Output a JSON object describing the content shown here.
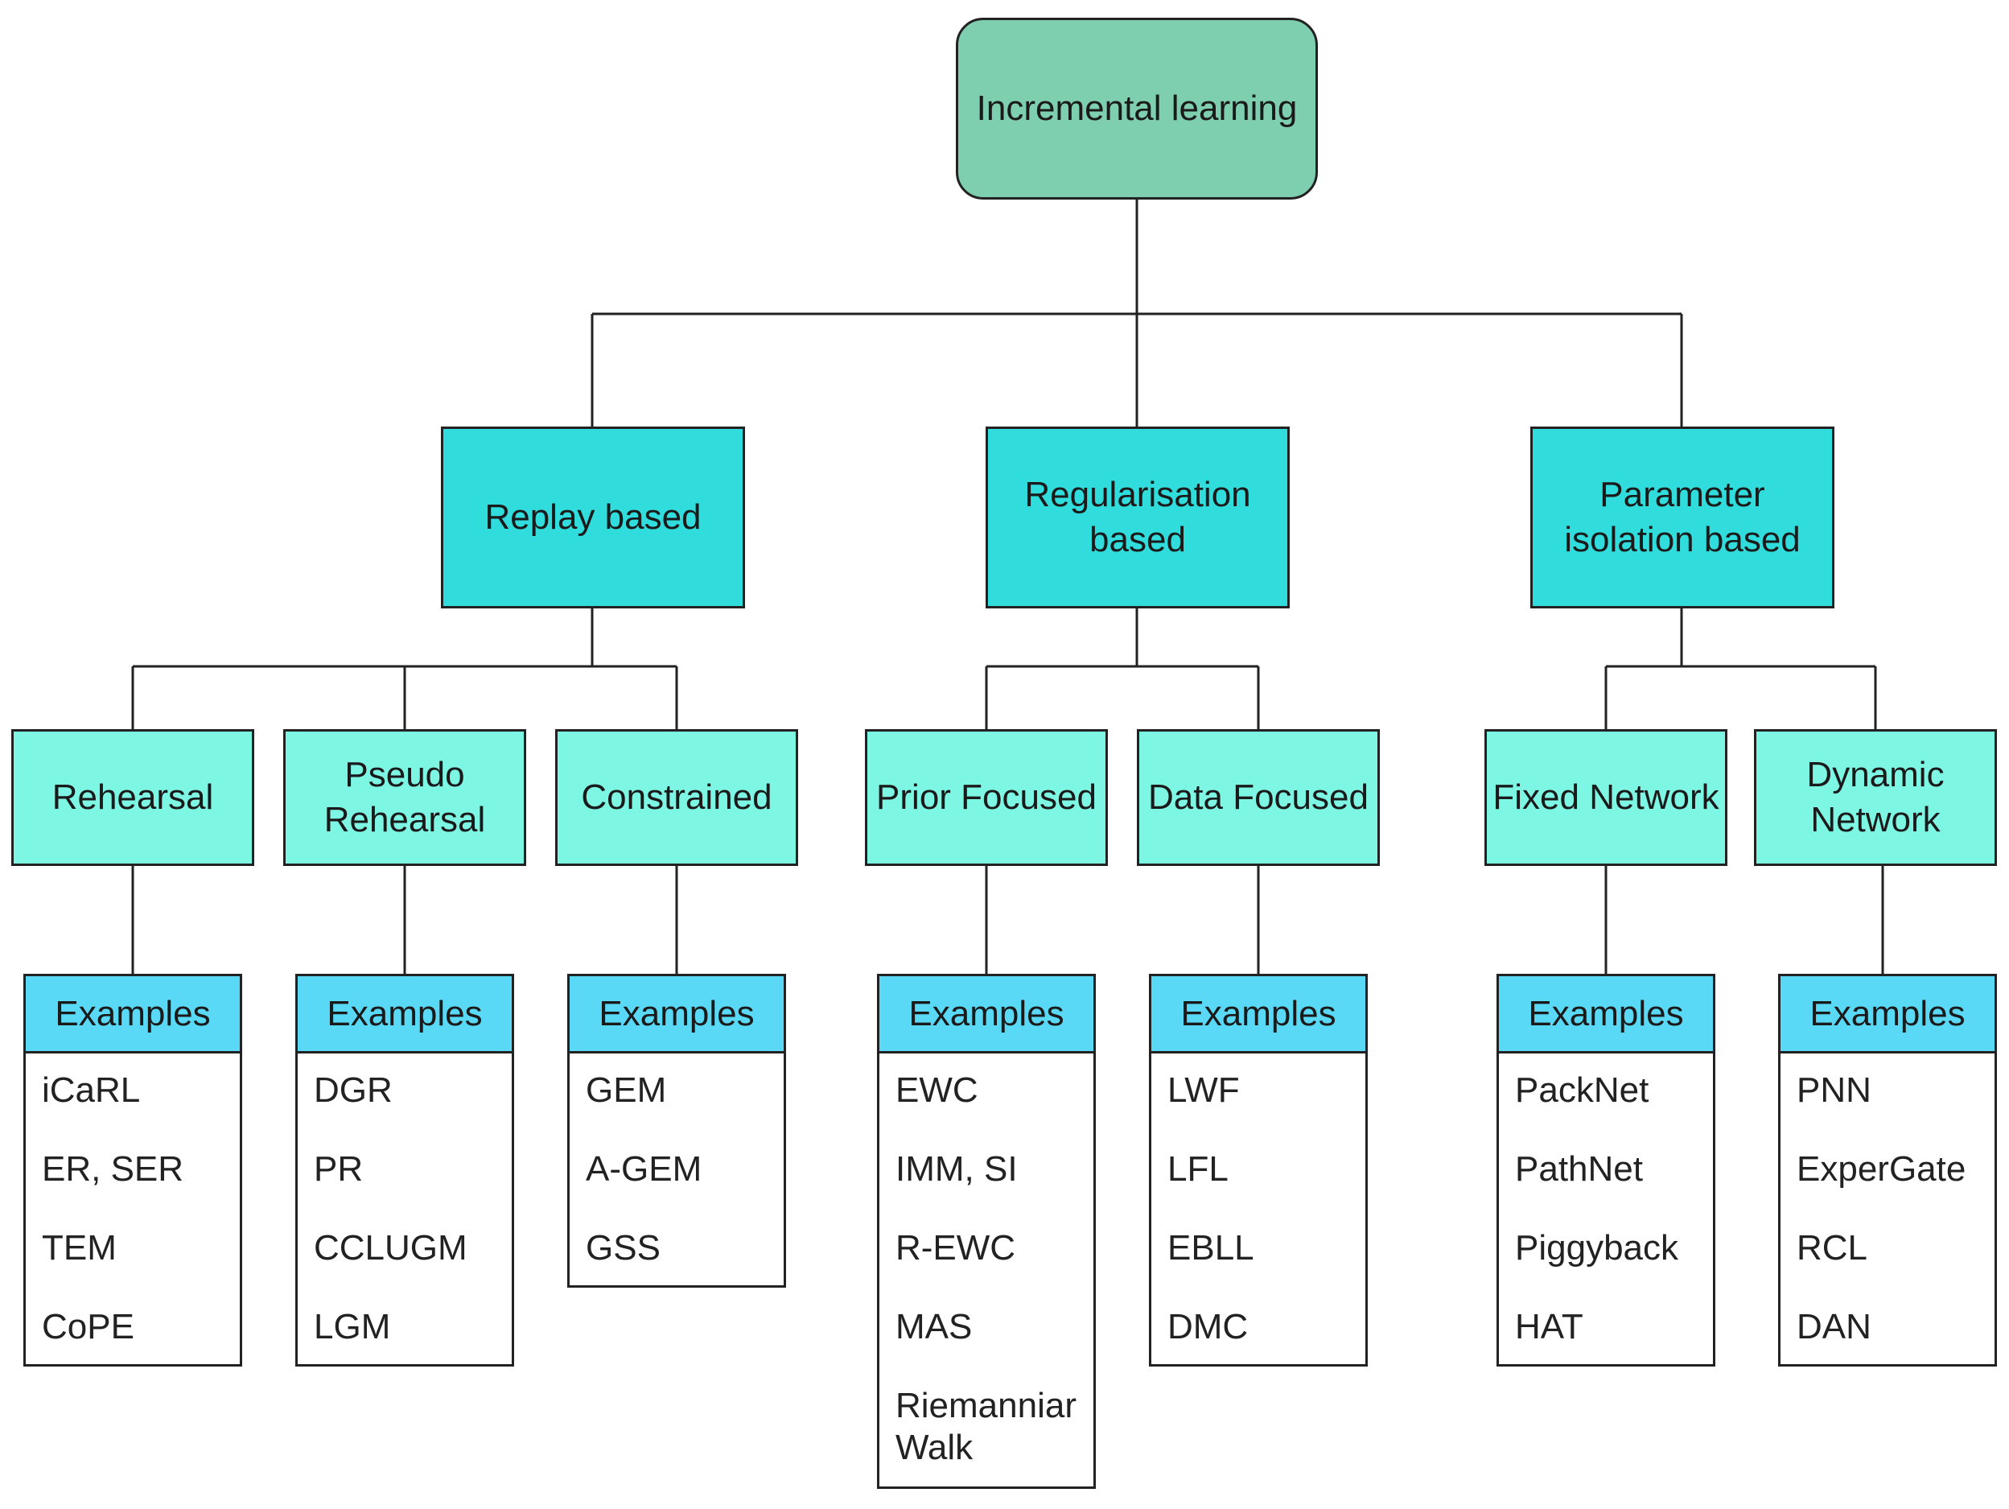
{
  "root": {
    "label": "Incremental learning"
  },
  "categories": [
    {
      "label": "Replay based",
      "subcategories": [
        {
          "label": "Rehearsal",
          "examples_header": "Examples",
          "examples": [
            "iCaRL",
            "ER, SER",
            "TEM",
            "CoPE"
          ]
        },
        {
          "label": "Pseudo\nRehearsal",
          "examples_header": "Examples",
          "examples": [
            "DGR",
            "PR",
            "CCLUGM",
            "LGM"
          ]
        },
        {
          "label": "Constrained",
          "examples_header": "Examples",
          "examples": [
            "GEM",
            "A-GEM",
            "GSS"
          ]
        }
      ]
    },
    {
      "label": "Regularisation\nbased",
      "subcategories": [
        {
          "label": "Prior Focused",
          "examples_header": "Examples",
          "examples": [
            "EWC",
            "IMM, SI",
            "R-EWC",
            "MAS",
            "Riemanniar\nWalk"
          ]
        },
        {
          "label": "Data Focused",
          "examples_header": "Examples",
          "examples": [
            "LWF",
            "LFL",
            "EBLL",
            "DMC"
          ]
        }
      ]
    },
    {
      "label": "Parameter\nisolation based",
      "subcategories": [
        {
          "label": "Fixed Network",
          "examples_header": "Examples",
          "examples": [
            "PackNet",
            "PathNet",
            "Piggyback",
            "HAT"
          ]
        },
        {
          "label": "Dynamic\nNetwork",
          "examples_header": "Examples",
          "examples": [
            "PNN",
            "ExperGate",
            "RCL",
            "DAN"
          ]
        }
      ]
    }
  ],
  "colors": {
    "root_fill": "#7ecfb0",
    "category_fill": "#30dcdc",
    "subcategory_fill": "#7ef6e4",
    "examples_header_fill": "#5ad9f6",
    "line": "#222222"
  }
}
